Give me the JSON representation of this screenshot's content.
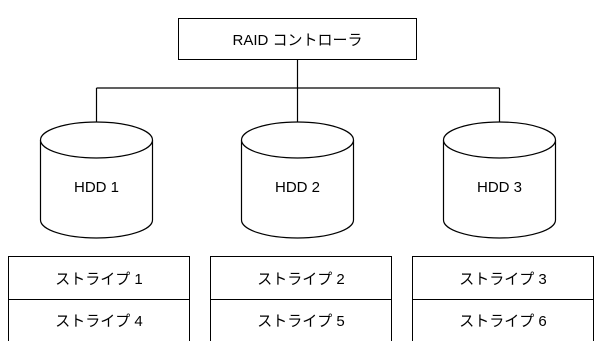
{
  "controller": {
    "label": "RAID コントローラ"
  },
  "disks": [
    {
      "label": "HDD 1",
      "stripes": [
        "ストライプ 1",
        "ストライプ 4"
      ]
    },
    {
      "label": "HDD 2",
      "stripes": [
        "ストライプ 2",
        "ストライプ 5"
      ]
    },
    {
      "label": "HDD 3",
      "stripes": [
        "ストライプ 3",
        "ストライプ 6"
      ]
    }
  ],
  "colors": {
    "line": "#000000",
    "background": "#ffffff"
  }
}
